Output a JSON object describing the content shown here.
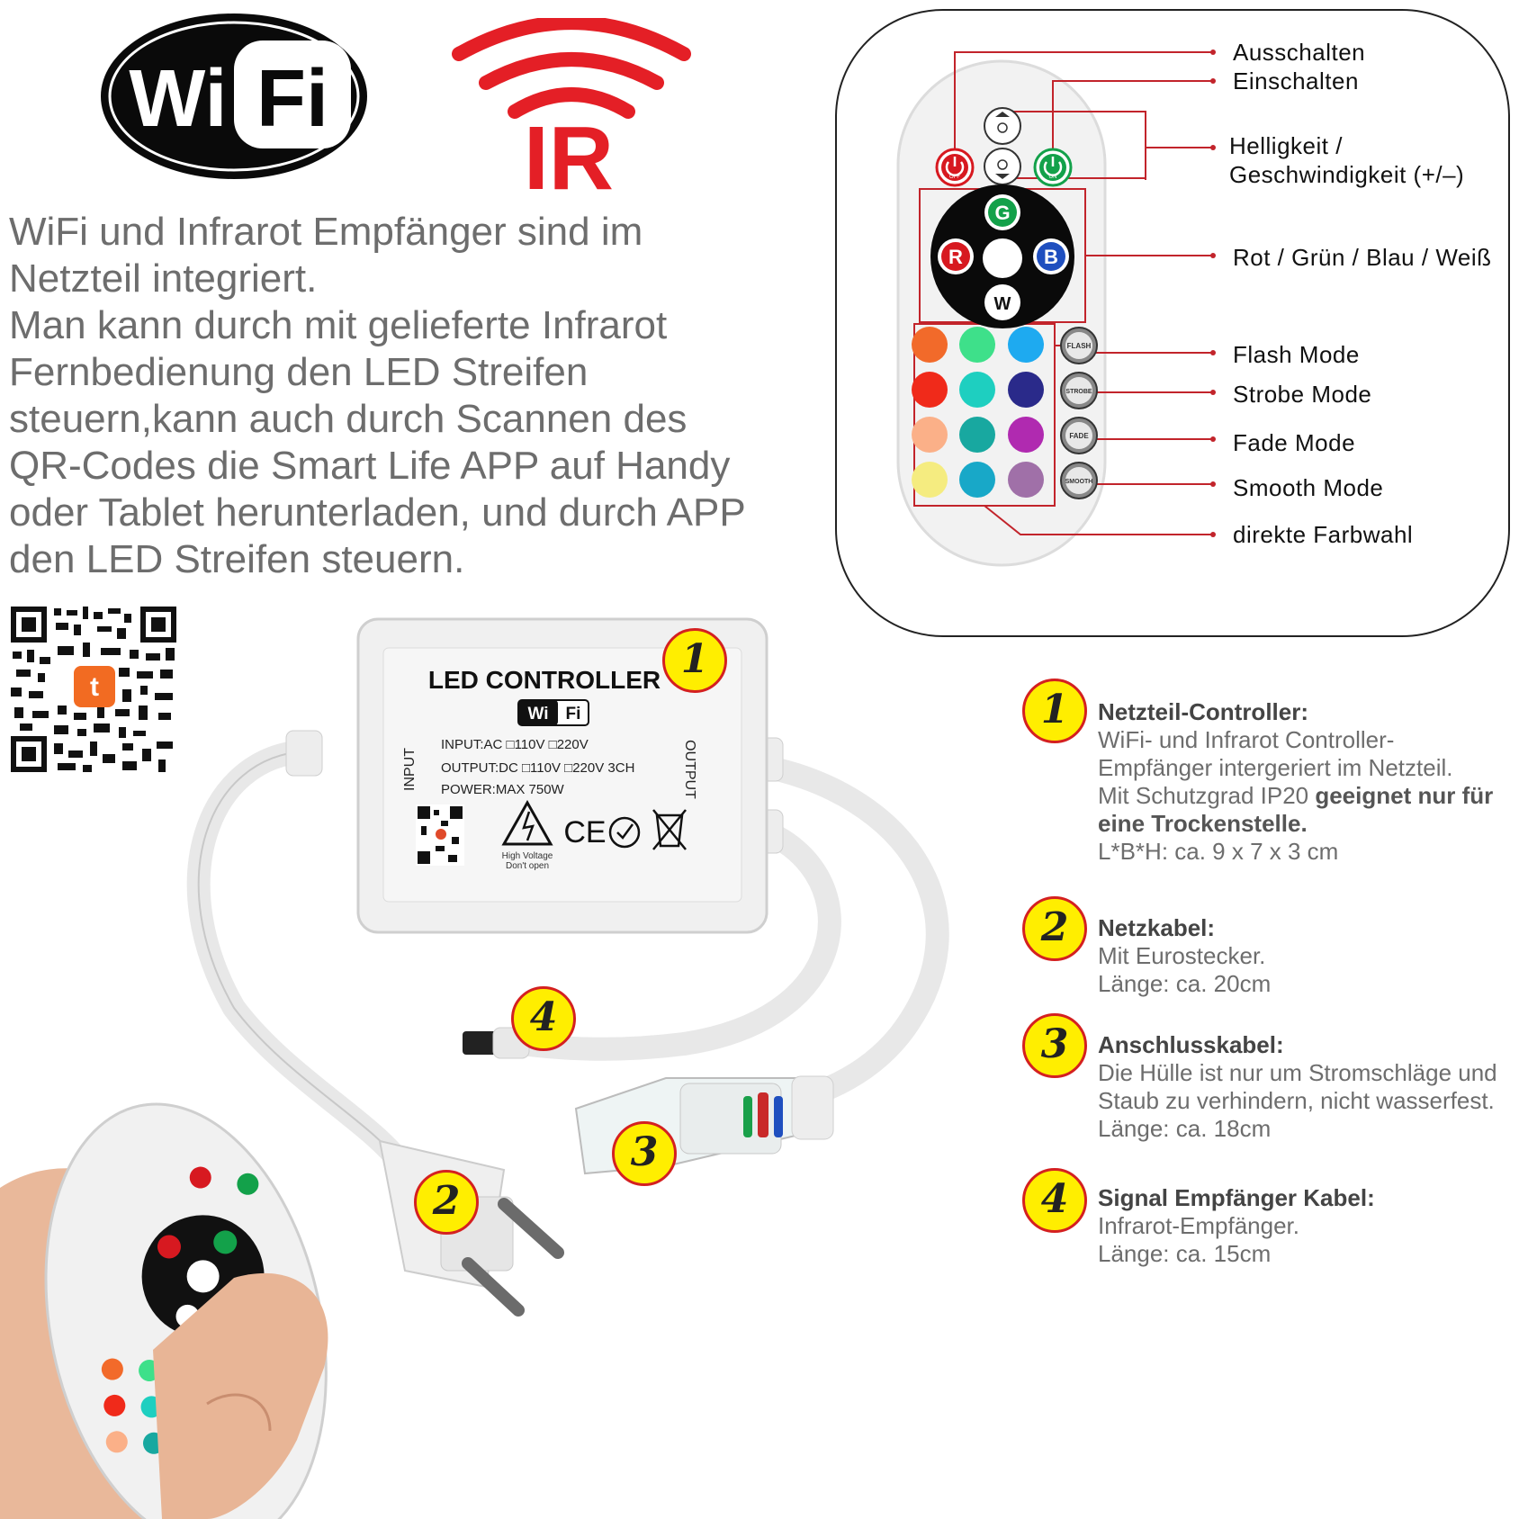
{
  "logos": {
    "wifi_left": "Wi",
    "wifi_right": "Fi",
    "ir": "IR"
  },
  "intro_lines": [
    "WiFi und Infrarot Empfänger sind im",
    "Netzteil integriert.",
    "Man kann durch mit gelieferte Infrarot",
    "Fernbedienung den LED Streifen",
    "steuern,kann auch durch Scannen des",
    "QR-Codes die Smart Life APP auf Handy",
    "oder Tablet herunterladen, und durch APP",
    "den LED Streifen steuern."
  ],
  "remote_labels": {
    "off": "Ausschalten",
    "on": "Einschalten",
    "brightness_1": "Helligkeit /",
    "brightness_2": "Geschwindigkeit (+/–)",
    "rgbw": "Rot / Grün / Blau / Weiß",
    "flash": "Flash Mode",
    "strobe": "Strobe Mode",
    "fade": "Fade Mode",
    "smooth": "Smooth Mode",
    "direct": "direkte Farbwahl"
  },
  "remote_buttons": {
    "off": "OFF",
    "on": "ON",
    "g": "G",
    "r": "R",
    "b": "B",
    "w": "W",
    "flash": "FLASH",
    "strobe": "STROBE",
    "fade": "FADE",
    "smooth": "SMOOTH"
  },
  "color_grid": [
    "#f26a2a",
    "#3ee08a",
    "#1eaaf0",
    "#f02a1a",
    "#1ecfc0",
    "#2a2a8a",
    "#fbb088",
    "#18a8a0",
    "#b02ab0",
    "#f5ec80",
    "#18a8c8",
    "#a070a8"
  ],
  "controller_label": {
    "title": "LED CONTROLLER",
    "wifi_left": "Wi",
    "wifi_right": "Fi",
    "input_line": "INPUT:AC □110V    □220V",
    "output_line": "OUTPUT:DC □110V  □220V 3CH",
    "power_line": "POWER:MAX 750W",
    "side_input": "INPUT",
    "side_output": "OUTPUT",
    "warning_1": "High Voltage",
    "warning_2": "Don't open",
    "ce": "CE"
  },
  "legend": [
    {
      "num": "1",
      "head": "Netzteil-Controller:",
      "lines": [
        "WiFi- und Infrarot Controller-",
        "Empfänger intergeriert im Netzteil."
      ],
      "mixed_pre": "Mit Schutzgrad IP20 ",
      "mixed_bold": "geeignet nur für",
      "bold_line": "eine Trockenstelle.",
      "last": "L*B*H: ca. 9 x 7 x 3 cm"
    },
    {
      "num": "2",
      "head": "Netzkabel:",
      "lines": [
        "Mit Eurostecker.",
        "Länge: ca. 20cm"
      ]
    },
    {
      "num": "3",
      "head": "Anschlusskabel:",
      "lines": [
        "Die Hülle ist nur um Stromschläge und",
        "Staub zu verhindern, nicht wasserfest.",
        "Länge: ca. 18cm"
      ]
    },
    {
      "num": "4",
      "head": "Signal Empfänger Kabel:",
      "lines": [
        "Infrarot-Empfänger.",
        "Länge: ca. 15cm"
      ]
    }
  ],
  "photo_badges": [
    "1",
    "2",
    "3",
    "4"
  ],
  "app_icon": "t"
}
